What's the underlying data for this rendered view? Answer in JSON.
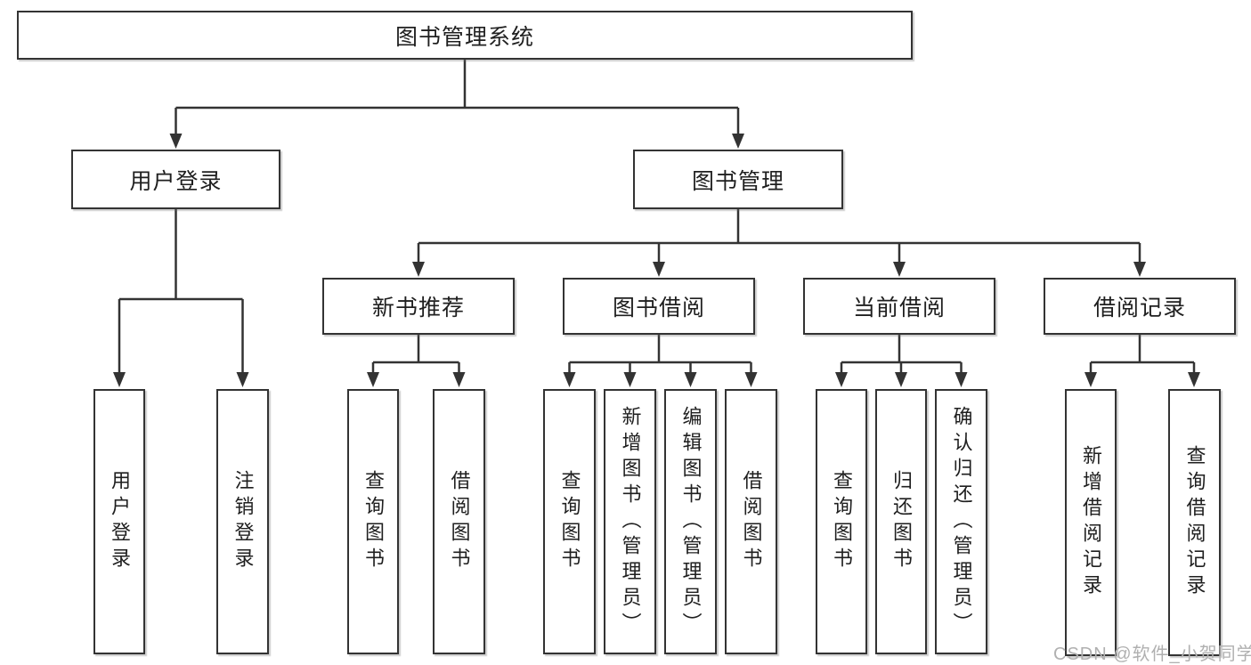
{
  "watermark": "CSDN @软件_小贺同学",
  "colors": {
    "line": "#333333",
    "box_border": "#333333",
    "text": "#1f1f1f",
    "watermark": "#b0b0b0",
    "background": "#ffffff"
  },
  "tree": {
    "label": "图书管理系统",
    "children": [
      {
        "label": "用户登录",
        "children": [
          {
            "label": "用户登录"
          },
          {
            "label": "注销登录"
          }
        ]
      },
      {
        "label": "图书管理",
        "children": [
          {
            "label": "新书推荐",
            "children": [
              {
                "label": "查询图书"
              },
              {
                "label": "借阅图书"
              }
            ]
          },
          {
            "label": "图书借阅",
            "children": [
              {
                "label": "查询图书"
              },
              {
                "label": "新增图书（管理员）"
              },
              {
                "label": "编辑图书（管理员）"
              },
              {
                "label": "借阅图书"
              }
            ]
          },
          {
            "label": "当前借阅",
            "children": [
              {
                "label": "查询图书"
              },
              {
                "label": "归还图书"
              },
              {
                "label": "确认归还（管理员）"
              }
            ]
          },
          {
            "label": "借阅记录",
            "children": [
              {
                "label": "新增借阅记录"
              },
              {
                "label": "查询借阅记录"
              }
            ]
          }
        ]
      }
    ]
  }
}
